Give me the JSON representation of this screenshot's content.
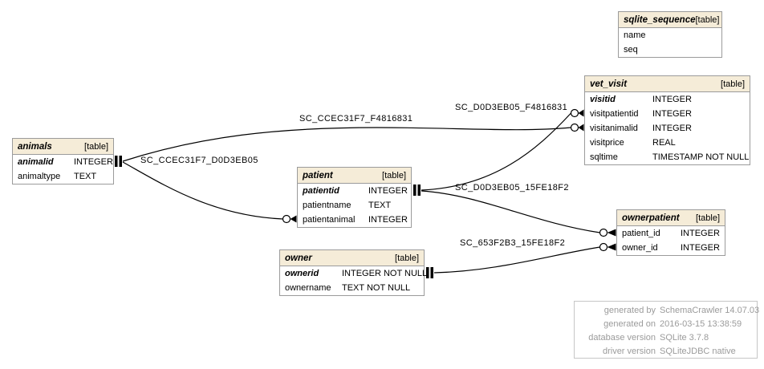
{
  "tables": {
    "sqlite_sequence": {
      "title": "sqlite_sequence",
      "badge": "[table]",
      "columns": [
        {
          "name": "name",
          "type": ""
        },
        {
          "name": "seq",
          "type": ""
        }
      ]
    },
    "vet_visit": {
      "title": "vet_visit",
      "badge": "[table]",
      "columns": [
        {
          "name": "visitid",
          "type": "INTEGER",
          "pk": true
        },
        {
          "name": "visitpatientid",
          "type": "INTEGER"
        },
        {
          "name": "visitanimalid",
          "type": "INTEGER"
        },
        {
          "name": "visitprice",
          "type": "REAL"
        },
        {
          "name": "sqltime",
          "type": "TIMESTAMP NOT NULL"
        }
      ]
    },
    "animals": {
      "title": "animals",
      "badge": "[table]",
      "columns": [
        {
          "name": "animalid",
          "type": "INTEGER",
          "pk": true
        },
        {
          "name": "animaltype",
          "type": "TEXT"
        }
      ]
    },
    "patient": {
      "title": "patient",
      "badge": "[table]",
      "columns": [
        {
          "name": "patientid",
          "type": "INTEGER",
          "pk": true
        },
        {
          "name": "patientname",
          "type": "TEXT"
        },
        {
          "name": "patientanimal",
          "type": "INTEGER"
        }
      ]
    },
    "ownerpatient": {
      "title": "ownerpatient",
      "badge": "[table]",
      "columns": [
        {
          "name": "patient_id",
          "type": "INTEGER"
        },
        {
          "name": "owner_id",
          "type": "INTEGER"
        }
      ]
    },
    "owner": {
      "title": "owner",
      "badge": "[table]",
      "columns": [
        {
          "name": "ownerid",
          "type": "INTEGER NOT NULL",
          "pk": true
        },
        {
          "name": "ownername",
          "type": "TEXT NOT NULL"
        }
      ]
    }
  },
  "relationships": [
    {
      "label": "SC_CCEC31F7_F4816831",
      "from": "animals.animalid",
      "to": "vet_visit.visitanimalid"
    },
    {
      "label": "SC_D0D3EB05_F4816831",
      "from": "patient.patientid",
      "to": "vet_visit.visitpatientid"
    },
    {
      "label": "SC_CCEC31F7_D0D3EB05",
      "from": "animals.animalid",
      "to": "patient.patientanimal"
    },
    {
      "label": "SC_D0D3EB05_15FE18F2",
      "from": "patient.patientid",
      "to": "ownerpatient.patient_id"
    },
    {
      "label": "SC_653F2B3_15FE18F2",
      "from": "owner.ownerid",
      "to": "ownerpatient.owner_id"
    }
  ],
  "info_box": {
    "rows": [
      {
        "label": "generated by",
        "value": "SchemaCrawler 14.07.03"
      },
      {
        "label": "generated on",
        "value": "2016-03-15 13:38:59"
      },
      {
        "label": "database version",
        "value": "SQLite 3.7.8"
      },
      {
        "label": "driver version",
        "value": "SQLiteJDBC native"
      }
    ]
  },
  "colors": {
    "table_header_bg": "#f5ecd8",
    "table_border": "#9b9b9b",
    "edge": "#000000",
    "info_text": "#9b9b9b",
    "info_border": "#c6c6c6",
    "background": "#ffffff"
  }
}
